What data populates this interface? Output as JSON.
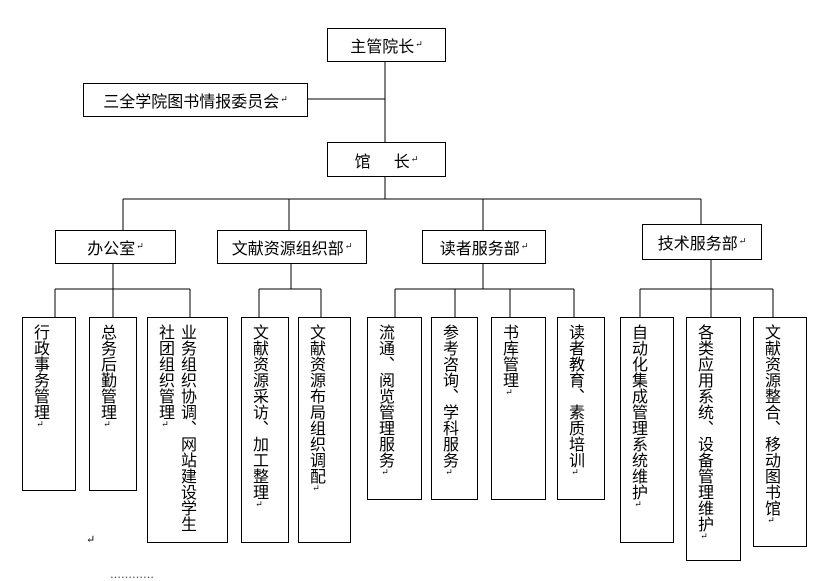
{
  "top": {
    "director": "主管院长",
    "committee": "三全学院图书情报委员会",
    "librarian": "馆 长"
  },
  "departments": [
    {
      "name": "办公室",
      "units": [
        "行政事务管理",
        "总务后勤管理",
        "业务组织协调、网站建设学生社团组织管理"
      ]
    },
    {
      "name": "文献资源组织部",
      "units": [
        "文献资源采访、加工整理",
        "文献资源布局组织调配"
      ]
    },
    {
      "name": "读者服务部",
      "units": [
        "流通、阅览管理服务",
        "参考咨询、学科服务",
        "书库管理",
        "读者教育、素质培训"
      ]
    },
    {
      "name": "技术服务部",
      "units": [
        "自动化集成管理系统维护",
        "各类应用系统、设备管理维护",
        "文献资源整合、移动图书馆"
      ]
    }
  ],
  "para_mark": "↵",
  "bottom_text": "…………"
}
